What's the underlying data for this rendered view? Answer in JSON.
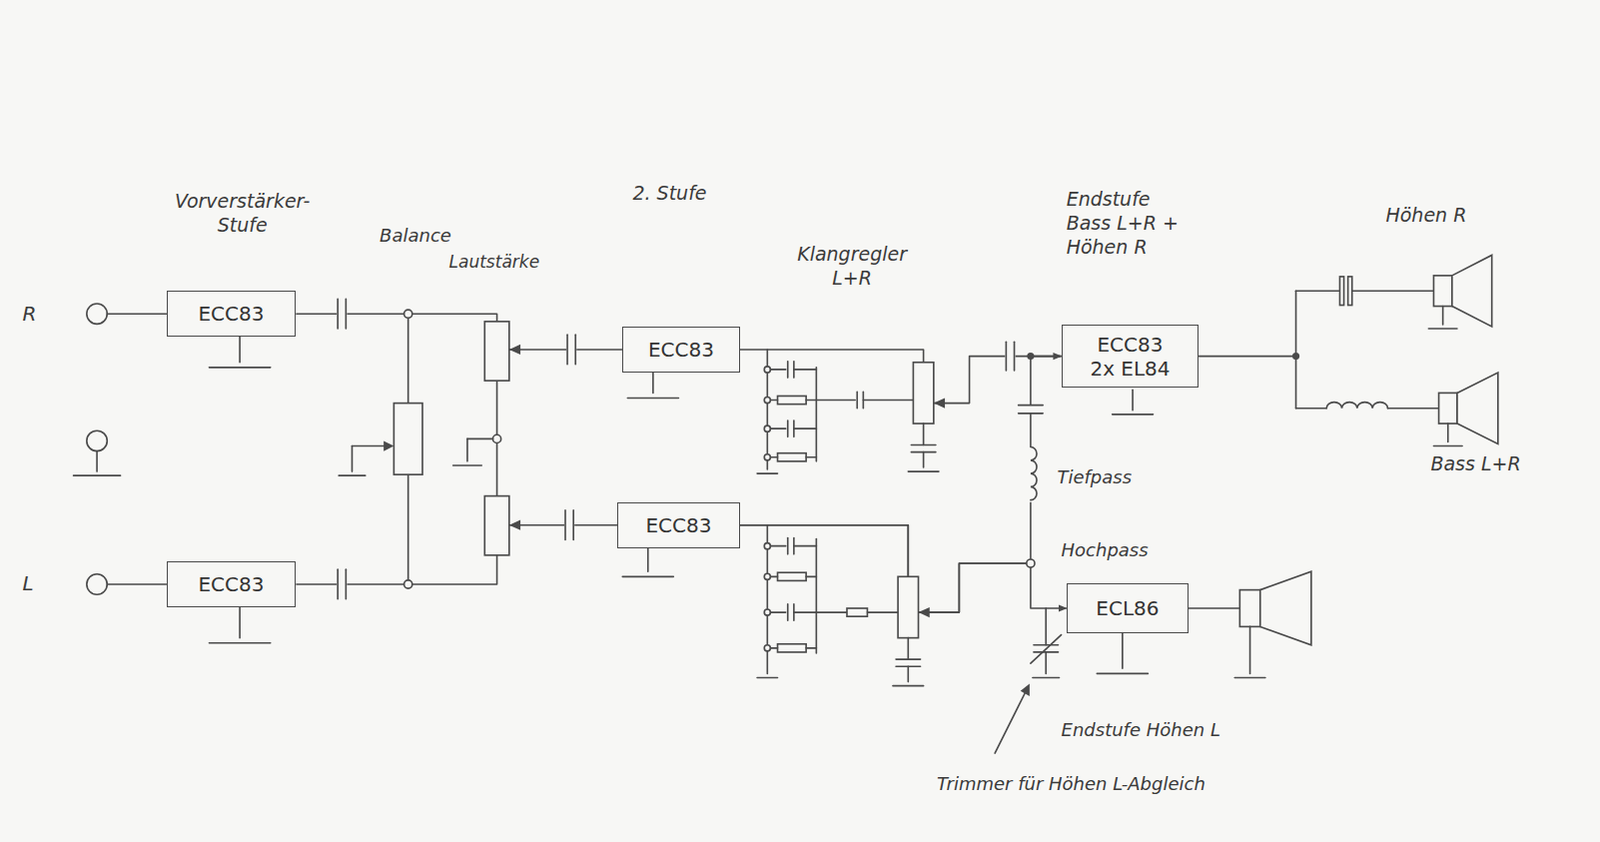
{
  "diagram": {
    "nodes": [
      {
        "text": [
          "ECC83"
        ]
      },
      {
        "text": [
          "ECC83"
        ]
      },
      {
        "text": [
          "ECC83"
        ]
      },
      {
        "text": [
          "ECC83"
        ]
      },
      {
        "text": [
          "ECC83 2x EL84"
        ]
      },
      {
        "text": [
          "ECL86"
        ]
      }
    ],
    "edges": [
      {
        "from": 0,
        "to": 2,
        "arrow": "none"
      },
      {
        "from": 1,
        "to": 3,
        "arrow": "none"
      },
      {
        "from": 2,
        "to": 4,
        "arrow": "none"
      },
      {
        "from": 3,
        "to": 4,
        "arrow": "to"
      },
      {
        "from": 3,
        "to": 5,
        "arrow": "to"
      }
    ],
    "labels": [
      "R",
      "L",
      "Vorverstärker-Stufe",
      "Balance",
      "Lautstärke",
      "2. Stufe",
      "Klangregler L+R",
      "Endstufe Bass L+R + Höhen R",
      "Höhen R",
      "Bass L+R",
      "Tiefpass",
      "Hochpass",
      "Endstufe Höhen L",
      "Trimmer für Höhen L-Abgleich"
    ]
  }
}
